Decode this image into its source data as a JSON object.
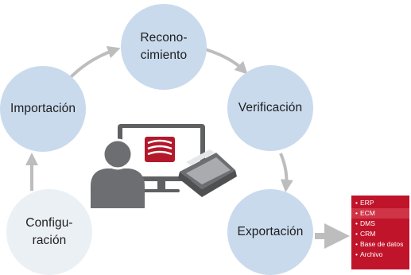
{
  "nodes": {
    "reconocimiento": {
      "line1": "Recono-",
      "line2": "cimiento"
    },
    "verificacion": {
      "label": "Verificación"
    },
    "importacion": {
      "label": "Importación"
    },
    "configuracion": {
      "line1": "Configu-",
      "line2": "ración"
    },
    "exportacion": {
      "label": "Exportación"
    }
  },
  "targets": {
    "bullet": "•",
    "items": [
      "ERP",
      "ECM",
      "DMS",
      "CRM",
      "Base de datos",
      "Archivo"
    ]
  },
  "icons": [
    "user-icon",
    "monitor-icon",
    "software-logo-icon",
    "scanner-icon",
    "arrow-icon"
  ],
  "colors": {
    "node_blue": "#c9daed",
    "node_pale": "#ebf0f5",
    "arrow_gray": "#bdbdbd",
    "list_red": "#c0142b",
    "illustration_gray": "#5f6062",
    "logo_red": "#b3182b"
  }
}
